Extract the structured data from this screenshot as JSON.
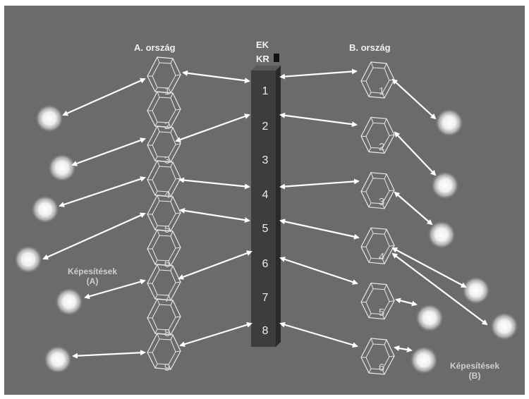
{
  "country_a": {
    "title": "A. ország",
    "hex_labels": [
      "1",
      "2",
      "3",
      "4",
      "5",
      "6",
      "7",
      "8",
      "9"
    ]
  },
  "ekkr": {
    "label_line1": "EK",
    "label_line2": "KR",
    "levels": [
      "1",
      "2",
      "3",
      "4",
      "5",
      "6",
      "7",
      "8"
    ]
  },
  "country_b": {
    "title": "B. ország",
    "hex_labels": [
      "1",
      "2",
      "3",
      "4",
      "5",
      "6"
    ]
  },
  "qualifications_a": {
    "line1": "Képesítések",
    "line2": "(A)"
  },
  "qualifications_b": {
    "line1": "Képesítések",
    "line2": "(B)"
  },
  "colors": {
    "background": "#6b6b6b",
    "frame": "#ffffff",
    "bar": "#3c3c3c",
    "arrow": "#ffffff",
    "hex_stroke": "#e8e8e8"
  }
}
